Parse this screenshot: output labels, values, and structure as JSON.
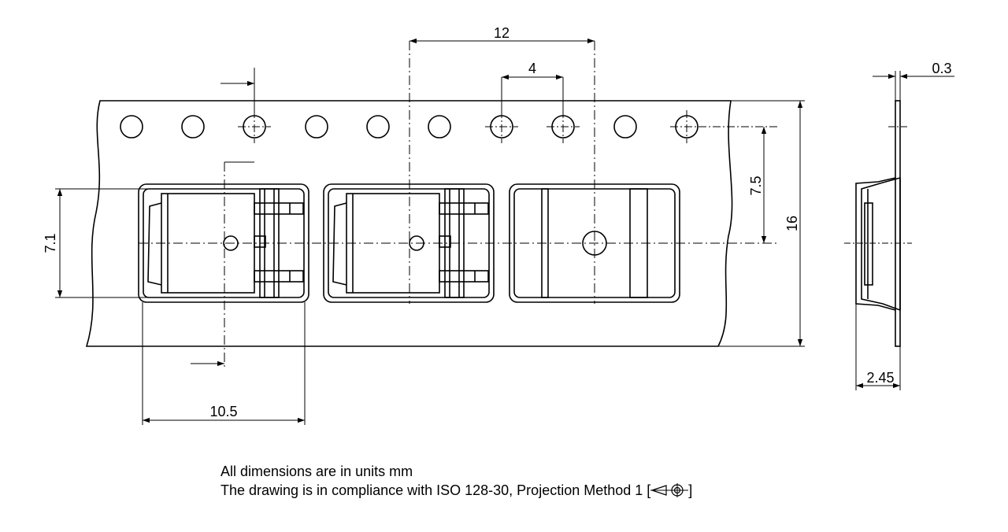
{
  "dimensions": {
    "pitch_12": "12",
    "hole_pitch_4": "4",
    "thickness_0_3": "0.3",
    "center_7_5": "7.5",
    "tape_width_16": "16",
    "pocket_7_1": "7.1",
    "pocket_10_5": "10.5",
    "depth_2_45": "2.45"
  },
  "notes": {
    "units": "All dimensions are in units mm",
    "compliance_prefix": "The drawing is in compliance with ISO 128-30, Projection Method 1 [",
    "compliance_suffix": "]"
  },
  "symbols": {
    "projection": "projection-method-1-icon"
  }
}
